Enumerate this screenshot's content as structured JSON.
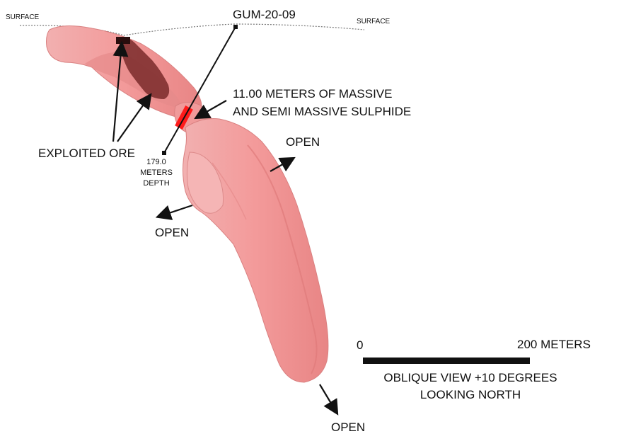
{
  "surface_label_left": "SURFACE",
  "surface_label_right": "SURFACE",
  "drillhole": {
    "name": "GUM-20-09",
    "depth_value": "179.0",
    "depth_line2": "METERS",
    "depth_line3": "DEPTH"
  },
  "intercept": {
    "line1": "11.00 METERS OF MASSIVE",
    "line2": "AND SEMI MASSIVE SULPHIDE"
  },
  "exploited_label": "EXPLOITED ORE",
  "open_labels": [
    "OPEN",
    "OPEN",
    "OPEN"
  ],
  "scale_bar": {
    "start": "0",
    "end": "200 METERS",
    "view_line1": "OBLIQUE VIEW +10 DEGREES",
    "view_line2": "LOOKING NORTH"
  },
  "colors": {
    "body": "#f0a0a0",
    "body_dark": "#d9787a",
    "exploited": "#7a2a2a",
    "intercept": "#ff1a1a"
  },
  "icons": [
    "arrow-icon",
    "drillhole-line"
  ]
}
